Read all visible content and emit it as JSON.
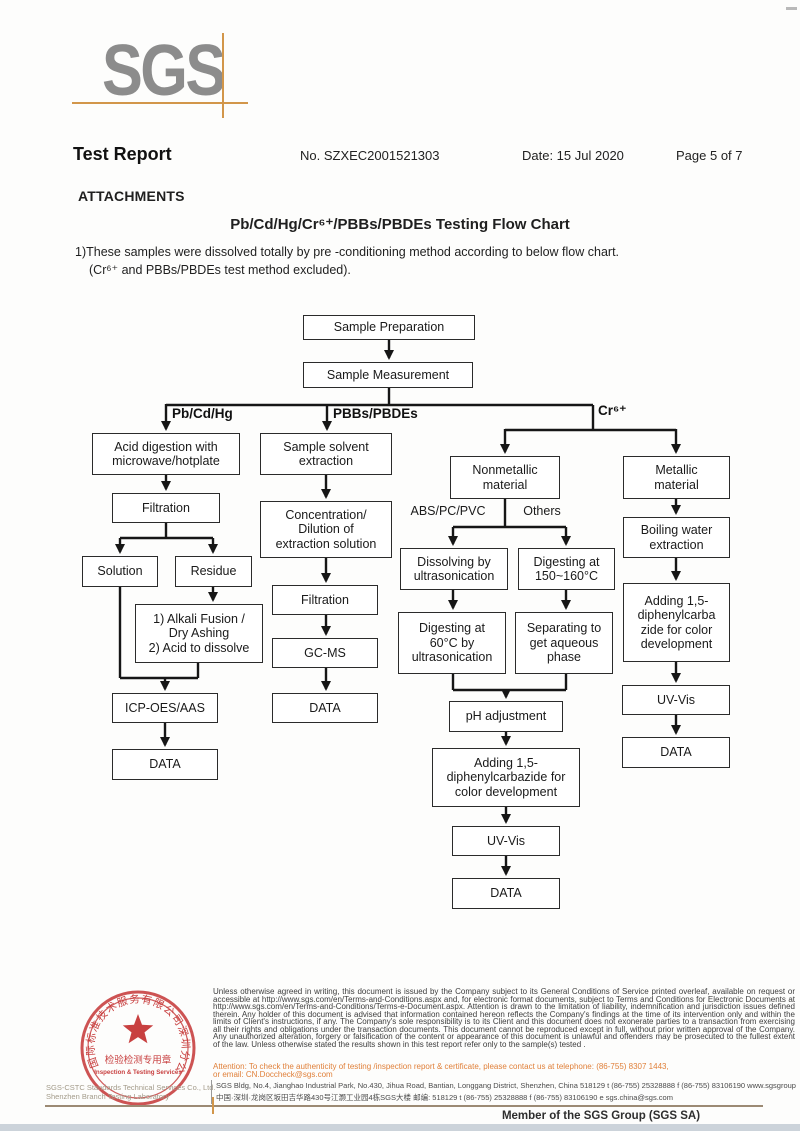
{
  "header": {
    "logo": "SGS",
    "title": "Test Report",
    "report_no": "No. SZXEC2001521303",
    "date": "Date: 15 Jul 2020",
    "page": "Page 5 of 7"
  },
  "attachments": {
    "heading": "ATTACHMENTS",
    "chart_title": "Pb/Cd/Hg/Cr⁶⁺/PBBs/PBDEs Testing Flow Chart",
    "note1": "1)These samples were dissolved totally by pre -conditioning method according to below flow chart.",
    "note2": "(Cr⁶⁺ and PBBs/PBDEs test method excluded)."
  },
  "flowchart": {
    "labels": {
      "left_branch": "Pb/Cd/Hg",
      "middle_branch": "PBBs/PBDEs",
      "right_branch": "Cr⁶⁺",
      "abs": "ABS/PC/PVC",
      "others": "Others"
    },
    "boxes": {
      "prep": "Sample Preparation",
      "meas": "Sample Measurement",
      "acid": "Acid digestion with\nmicrowave/hotplate",
      "filt1": "Filtration",
      "solution": "Solution",
      "residue": "Residue",
      "alkali": "1) Alkali Fusion /\nDry Ashing\n2) Acid to dissolve",
      "icp": "ICP-OES/AAS",
      "data1": "DATA",
      "solvent": "Sample solvent\nextraction",
      "conc": "Concentration/\nDilution of\nextraction solution",
      "filt2": "Filtration",
      "gcms": "GC-MS",
      "data2": "DATA",
      "nonmet": "Nonmetallic\nmaterial",
      "met": "Metallic\nmaterial",
      "dissolv": "Dissolving by\nultrasonication",
      "dig150": "Digesting at\n150~160°C",
      "dig60": "Digesting at\n60°C by\nultrasonication",
      "separ": "Separating to\nget aqueous\nphase",
      "ph": "pH adjustment",
      "add_nm": "Adding 1,5-\ndiphenylcarbazide for\ncolor development",
      "uv_nm": "UV-Vis",
      "data_nm": "DATA",
      "boil": "Boiling water\nextraction",
      "add_m": "Adding 1,5-\ndiphenylcarba\nzide for color\ndevelopment",
      "uv_m": "UV-Vis",
      "data_m": "DATA"
    }
  },
  "footer": {
    "disclaimer": "Unless otherwise agreed in writing, this document is issued by the Company subject to its General Conditions of Service printed overleaf, available on request or accessible at http://www.sgs.com/en/Terms-and-Conditions.aspx and, for electronic format documents, subject to Terms and Conditions for Electronic Documents at http://www.sgs.com/en/Terms-and-Conditions/Terms-e-Document.aspx. Attention is drawn to the limitation of liability, indemnification and jurisdiction issues defined therein. Any holder of this document is advised that information contained hereon reflects the Company's findings at the time of its intervention only and within the limits of Client's instructions, if any. The Company's sole responsibility is to its Client and this document does not exonerate parties to a transaction from exercising all their rights and obligations under the transaction documents. This document cannot be reproduced except in full, without prior written approval of the Company. Any unauthorized alteration, forgery or falsification of the content or appearance of this document is unlawful and offenders may be prosecuted to the fullest extent of the law. Unless otherwise stated the results shown in this test report refer only to the sample(s) tested .",
    "attention": "Attention: To check the authenticity of testing /inspection report & certificate, please contact us at telephone: (86-755) 8307 1443,\nor email: CN.Doccheck@sgs.com",
    "address_en": "SGS Bldg, No.4, Jianghao Industrial Park, No.430, Jihua Road, Bantian, Longgang District, Shenzhen, China 518129   t (86-755) 25328888   f (86-755) 83106190   www.sgsgroup.com.cn",
    "address_cn": "中国·深圳·龙岗区坂田吉华路430号江灏工业园4栋SGS大楼   邮编: 518129   t (86-755) 25328888   f (86-755) 83106190   e sgs.china@sgs.com",
    "member": "Member of the SGS Group (SGS SA)",
    "company_line1": "SGS-CSTC Standards Technical Services Co., Ltd.",
    "company_line2": "Shenzhen Branch Testing Laboratory",
    "stamp": {
      "ring": "国际标准技术服务有限公司深圳分公司",
      "line1": "检验检测专用章",
      "line2": "Inspection & Testing Services"
    }
  }
}
